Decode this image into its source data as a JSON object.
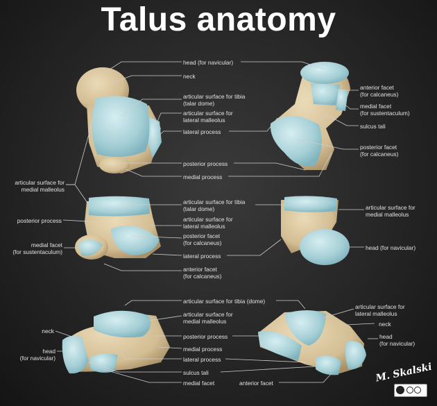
{
  "title": "Talus anatomy",
  "signature": "M. Skalski",
  "labels": {
    "v1": {
      "head": "head (for navicular)",
      "neck": "neck",
      "tibia": [
        "articular surface for tibia",
        "(talar dome)"
      ],
      "lateral_malleolus": [
        "articular surface for",
        "lateral malleolus"
      ],
      "lateral_process": "lateral process",
      "posterior_process": "posterior process",
      "medial_process": "medial process",
      "anterior_facet": [
        "anterior facet",
        "(for calcaneus)"
      ],
      "medial_facet": [
        "medial facet",
        "(for sustentaculum)"
      ],
      "sulcus_tali": "sulcus tali",
      "posterior_facet": [
        "posterior facet",
        "(for calcaneus)"
      ]
    },
    "v2": {
      "medial_malleolus_left": [
        "articular surface for",
        "medial malleolus"
      ],
      "tibia": [
        "articular surface for tibia",
        "(talar dome)"
      ],
      "medial_malleolus_right": [
        "articular surface for",
        "medial malleolus"
      ],
      "posterior_process": "posterior process",
      "lateral_malleolus": [
        "articular surface for",
        "lateral malleolus"
      ],
      "posterior_facet": [
        "posterior facet",
        "(for calcaneus)"
      ],
      "medial_facet": [
        "medial facet",
        "(for sustentaculum)"
      ],
      "head": "head (for navicular)",
      "lateral_process": "lateral process",
      "anterior_facet": [
        "anterior facet",
        "(for calcaneus)"
      ]
    },
    "v3": {
      "tibia_dome": "articular surface for tibia (dome)",
      "medial_malleolus": [
        "articular surface for",
        "medial malleolus"
      ],
      "lateral_malleolus": [
        "articular surface for",
        "lateral malleolus"
      ],
      "neck_left": "neck",
      "neck_right": "neck",
      "head_left": [
        "head",
        "(for navicular)"
      ],
      "head_right": [
        "head",
        "(for navicular)"
      ],
      "posterior_process": "posterior process",
      "medial_process": "medial process",
      "lateral_process": "lateral process",
      "sulcus_tali": "sulcus tali",
      "medial_facet": "medial facet",
      "anterior_facet": "anterior facet"
    }
  },
  "colors": {
    "bone": "#d9c7a3",
    "cartilage": "#a9d2d8",
    "line": "#cfcfcf",
    "text": "#e2e2e2",
    "title": "#ffffff"
  },
  "license_icons": [
    "cc-icon",
    "by-icon",
    "nc-icon",
    "nd-icon"
  ]
}
